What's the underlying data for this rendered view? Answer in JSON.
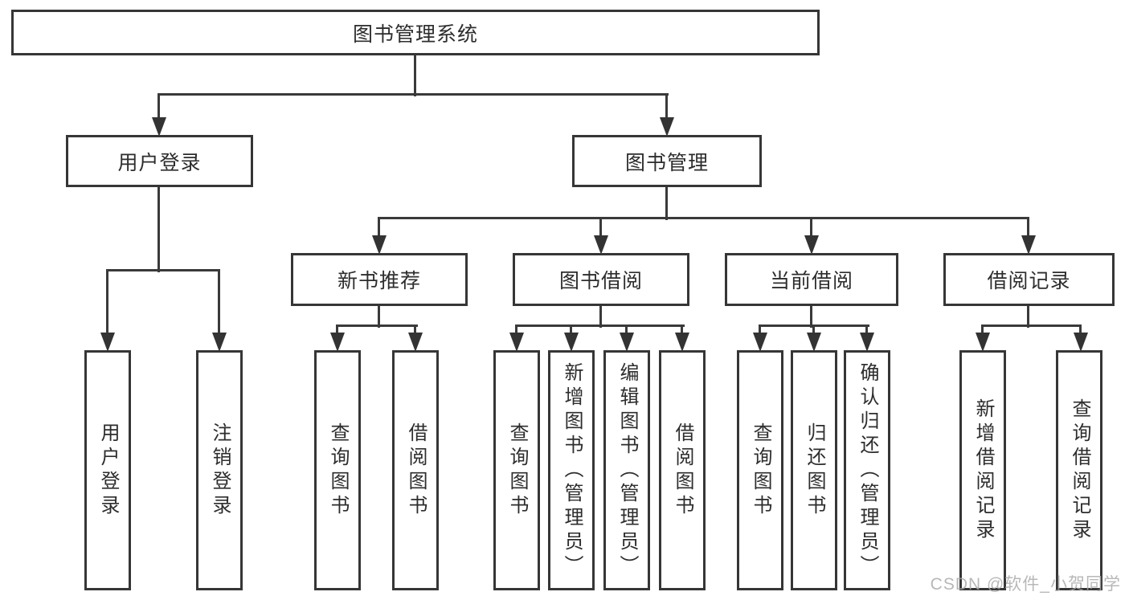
{
  "tree": {
    "root": "图书管理系统",
    "user_login": {
      "label": "用户登录",
      "children": [
        "用户登录",
        "注销登录"
      ]
    },
    "book_mgmt": {
      "label": "图书管理"
    },
    "groups": [
      {
        "label": "新书推荐",
        "children": [
          "查询图书",
          "借阅图书"
        ]
      },
      {
        "label": "图书借阅",
        "children": [
          "查询图书",
          "新增图书（管理员）",
          "编辑图书（管理员）",
          "借阅图书"
        ]
      },
      {
        "label": "当前借阅",
        "children": [
          "查询图书",
          "归还图书",
          "确认归还（管理员）"
        ]
      },
      {
        "label": "借阅记录",
        "children": [
          "新增借阅记录",
          "查询借阅记录"
        ]
      }
    ]
  },
  "watermark": "CSDN @软件_小贺同学",
  "colors": {
    "line": "#3a3a3a",
    "box_border": "#363636",
    "box_fill": "#ffffff",
    "label_text": "#2d2d2d",
    "watermark_text": "#a8a8a8",
    "background": "#ffffff"
  }
}
